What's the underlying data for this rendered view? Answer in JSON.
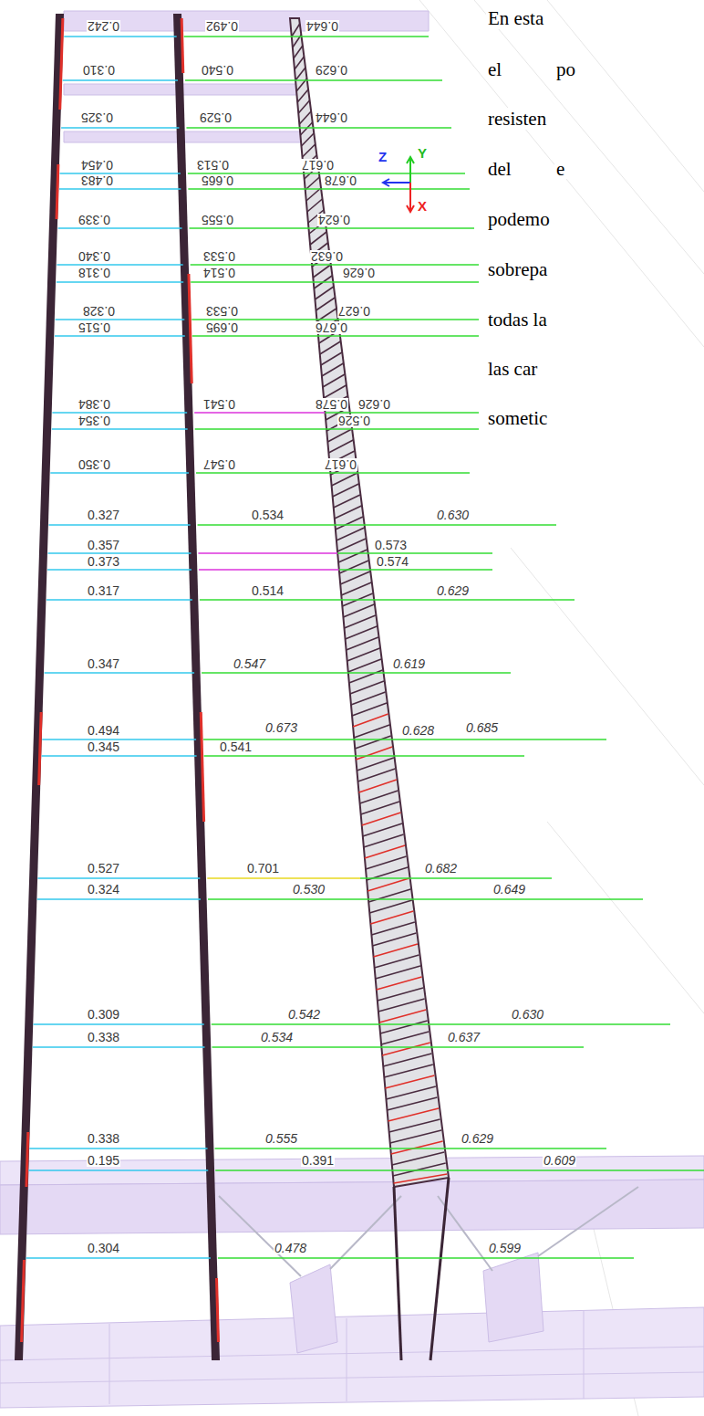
{
  "diagram": {
    "labels": [
      "0.242",
      "0.492",
      "0.644",
      "0.310",
      "0.540",
      "0.629",
      "0.325",
      "0.529",
      "0.644",
      "0.454",
      "0.513",
      "0.617",
      "0.483",
      "0.665",
      "0.678",
      "0.339",
      "0.555",
      "0.624",
      "0.340",
      "0.533",
      "0.632",
      "0.318",
      "0.514",
      "0.626",
      "0.328",
      "0.533",
      "0.627",
      "0.515",
      "0.695",
      "0.676",
      "0.384",
      "0.541",
      "0.578",
      "0.626",
      "0.354",
      "0.526",
      "0.350",
      "0.547",
      "0.617",
      "0.327",
      "0.534",
      "0.630",
      "0.357",
      "0.573",
      "0.373",
      "0.574",
      "0.317",
      "0.514",
      "0.629",
      "0.347",
      "0.547",
      "0.619",
      "0.494",
      "0.673",
      "0.628",
      "0.685",
      "0.345",
      "0.541",
      "0.527",
      "0.701",
      "0.682",
      "0.324",
      "0.530",
      "0.649",
      "0.309",
      "0.542",
      "0.630",
      "0.338",
      "0.534",
      "0.637",
      "0.338",
      "0.555",
      "0.629",
      "0.195",
      "0.391",
      "0.609",
      "0.304",
      "0.478",
      "0.599",
      "Y",
      "Z",
      "X",
      "En esta",
      "el",
      "po",
      "resisten",
      "del",
      "e",
      "podemo",
      "sobrepa",
      "todas la",
      "las car",
      "sometic"
    ]
  }
}
